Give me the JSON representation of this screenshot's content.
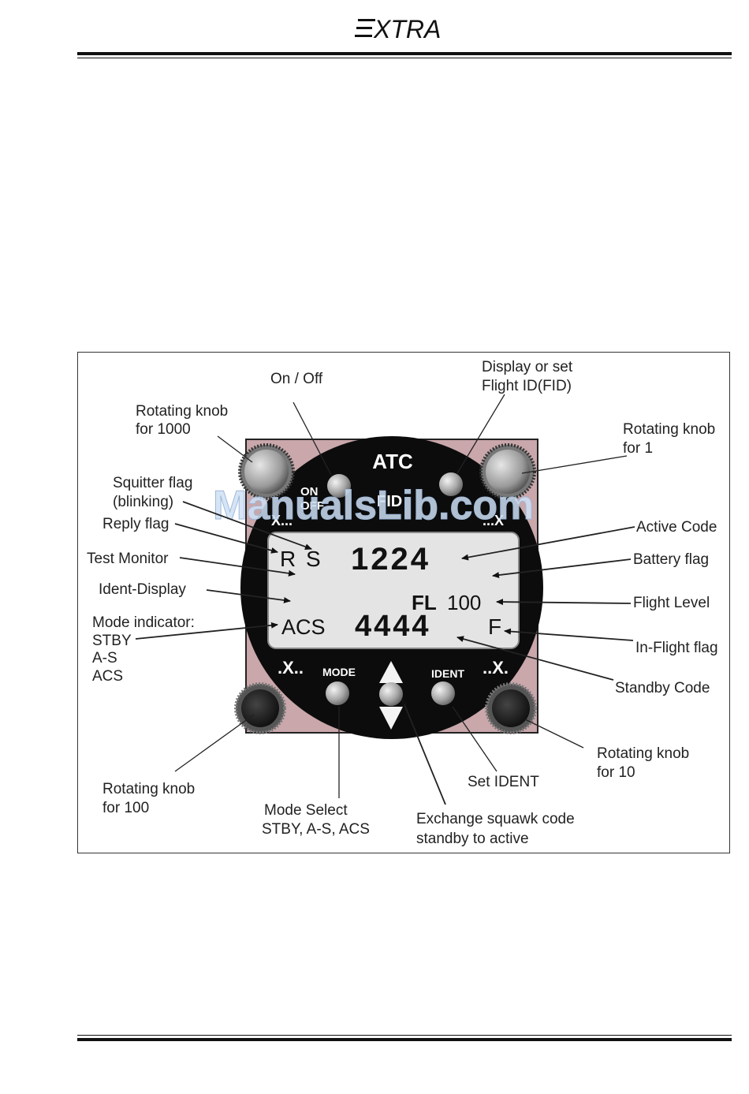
{
  "header": {
    "logo_text": "EXTRA"
  },
  "watermark": "ManualsLib.com",
  "device": {
    "title": "ATC",
    "on_off_label_top": "ON",
    "on_off_label_bottom": "OFF",
    "fid_label": "FID",
    "top_left_knob_mark": "X...",
    "top_right_knob_mark": "...X",
    "bottom_left_knob_mark": ".X..",
    "bottom_right_knob_mark": "..X.",
    "mode_button": "MODE",
    "ident_button": "IDENT",
    "display": {
      "reply_flag": "R",
      "squitter_flag": "S",
      "active_code": "1224",
      "flight_level_prefix": "FL",
      "flight_level": "100",
      "mode": "ACS",
      "standby_code": "4444",
      "in_flight_flag": "F"
    }
  },
  "labels": {
    "on_off": "On / Off",
    "fid_line1": "Display or set",
    "fid_line2": "Flight ID(FID)",
    "knob_1000_line1": "Rotating knob",
    "knob_1000_line2": "for 1000",
    "knob_1_line1": "Rotating knob",
    "knob_1_line2": "for 1",
    "squitter_line1": "Squitter flag",
    "squitter_line2": "(blinking)",
    "reply_flag": "Reply flag",
    "test_monitor": "Test Monitor",
    "ident_display": "Ident-Display",
    "mode_indicator_line1": "Mode indicator:",
    "mode_indicator_line2": "STBY",
    "mode_indicator_line3": "A-S",
    "mode_indicator_line4": "ACS",
    "active_code": "Active Code",
    "battery_flag": "Battery flag",
    "flight_level": "Flight Level",
    "in_flight_flag": "In-Flight flag",
    "standby_code": "Standby Code",
    "knob_10_line1": "Rotating knob",
    "knob_10_line2": "for 10",
    "set_ident": "Set IDENT",
    "exchange_line1": "Exchange squawk code",
    "exchange_line2": "standby to active",
    "mode_select_line1": "Mode Select",
    "mode_select_line2": "STBY, A-S, ACS",
    "knob_100_line1": "Rotating knob",
    "knob_100_line2": "for 100"
  }
}
